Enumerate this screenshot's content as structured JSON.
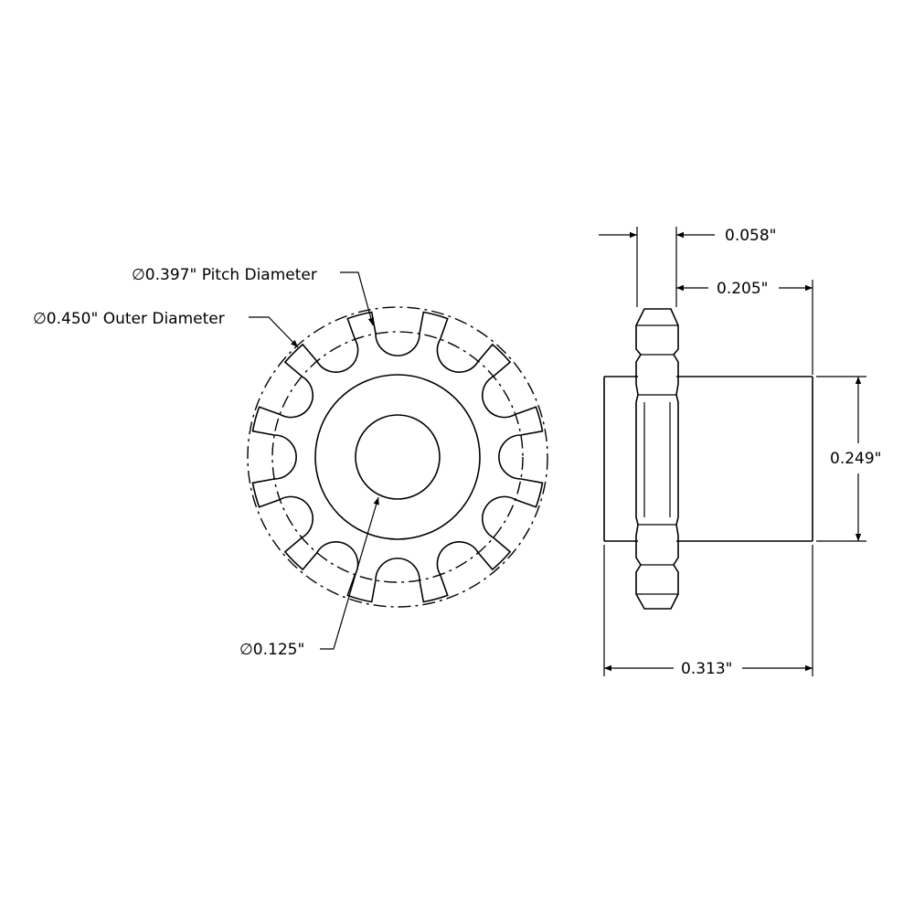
{
  "front_view": {
    "tooth_count": 12,
    "pitch_label": "∅0.397\" Pitch Diameter",
    "outer_label": "∅0.450\" Outer Diameter",
    "bore_label": "∅0.125\""
  },
  "side_view": {
    "tooth_width_label": "0.058\"",
    "hub_offset_label": "0.205\"",
    "hub_diameter_label": "0.249\"",
    "overall_length_label": "0.313\""
  }
}
